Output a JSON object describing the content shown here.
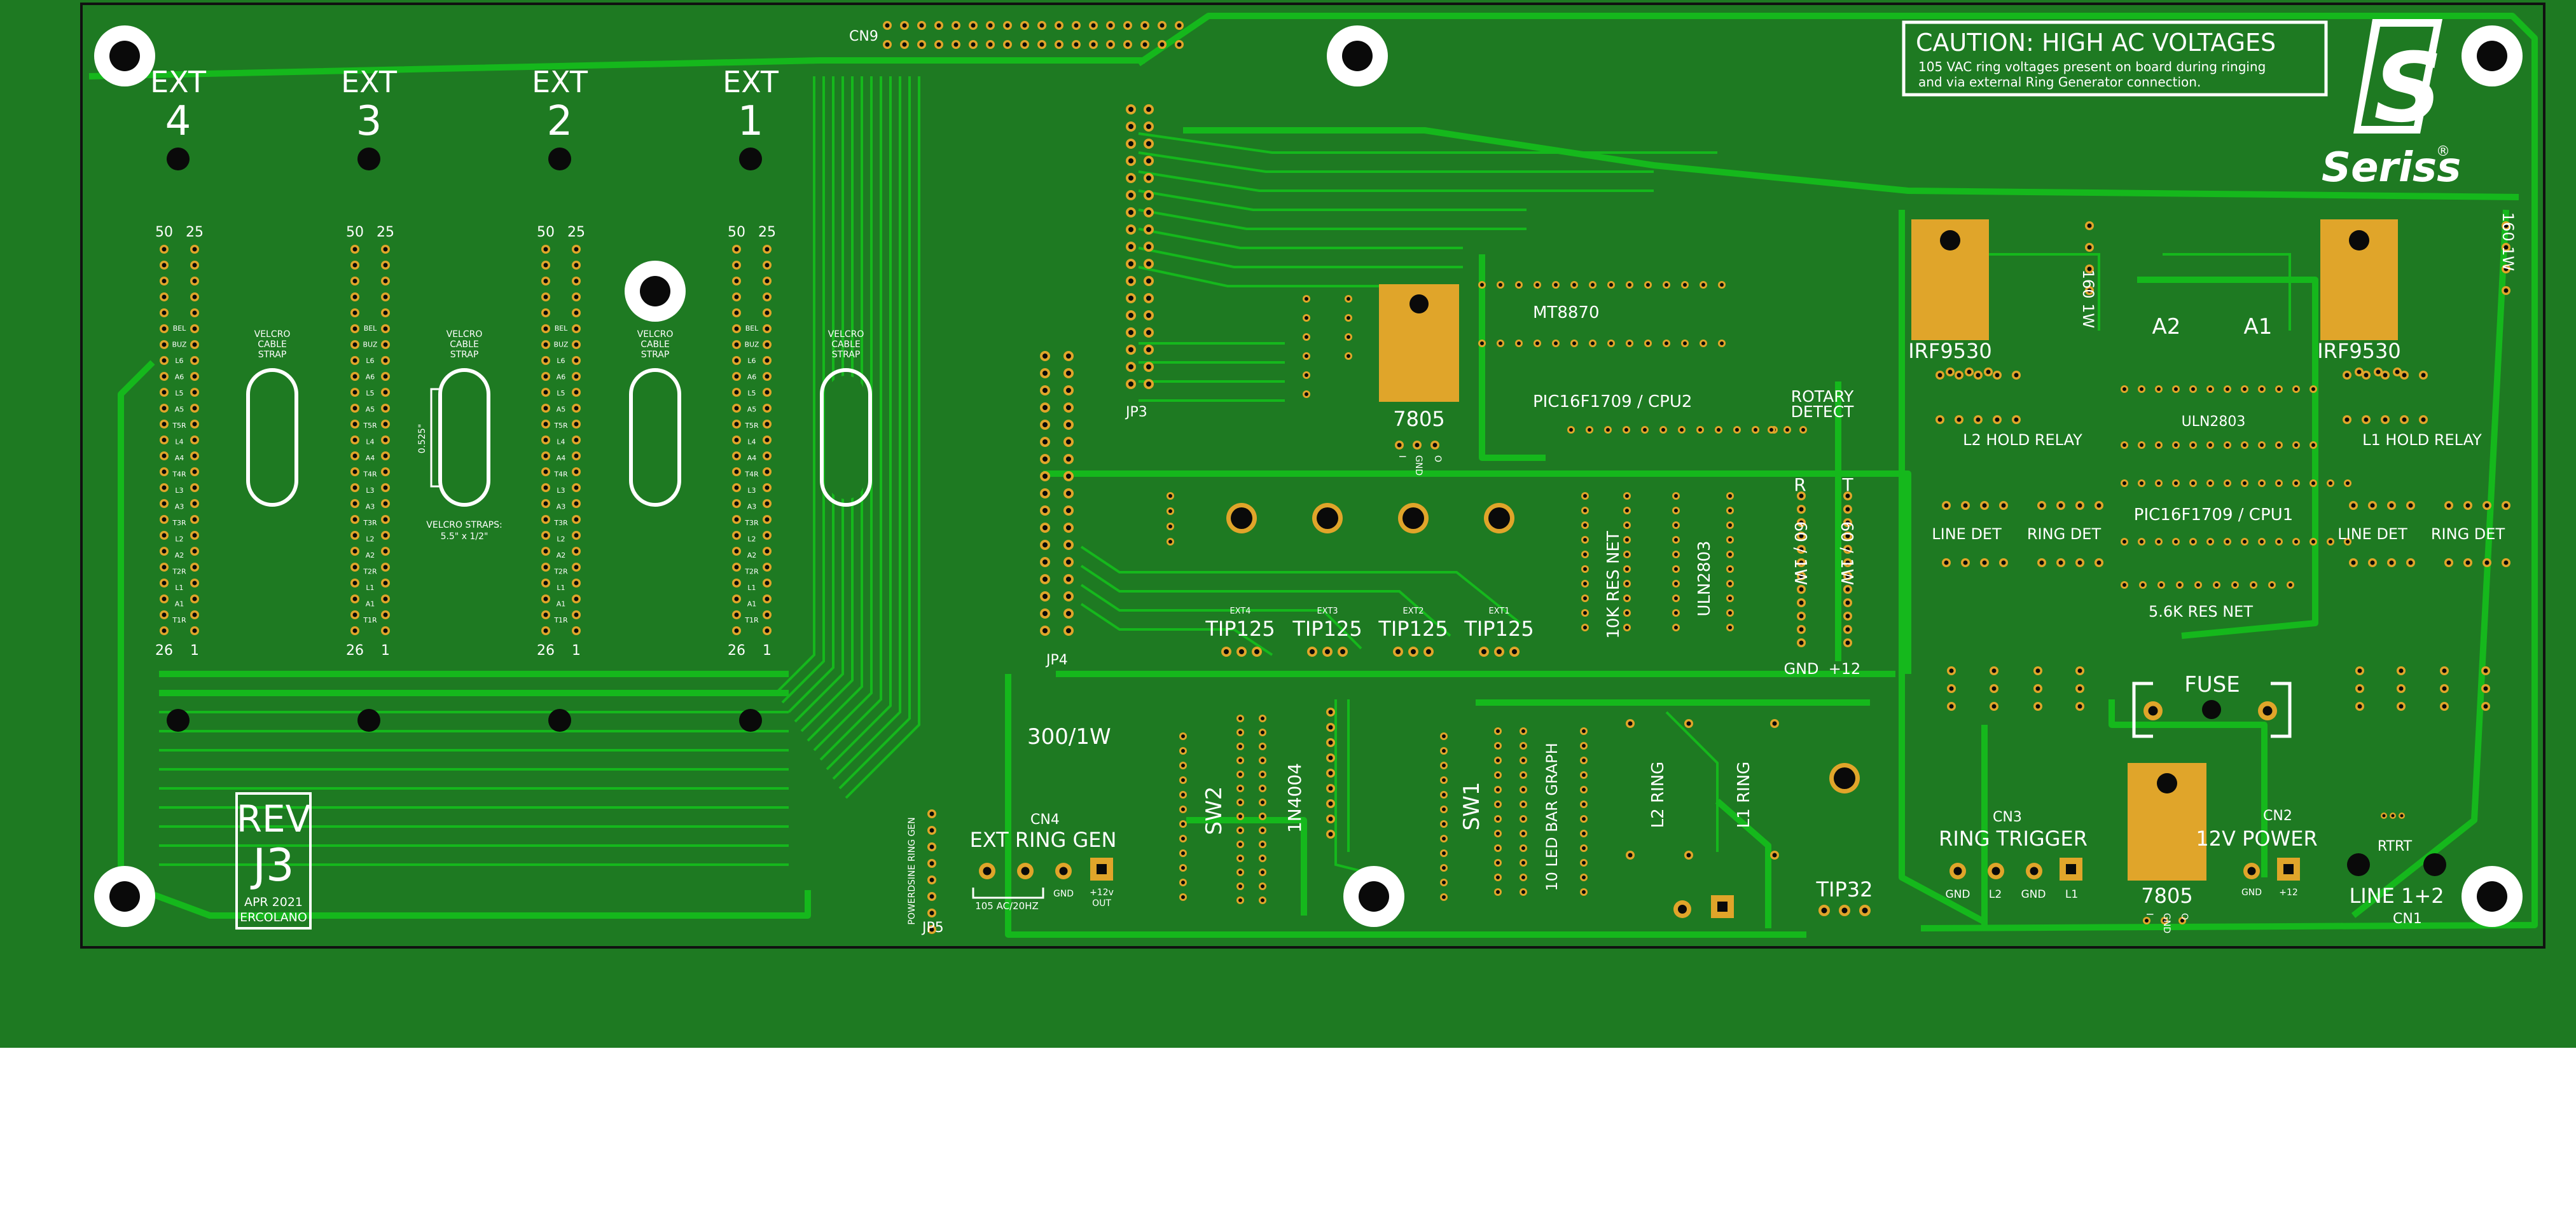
{
  "colors": {
    "board": "#1e7a22",
    "trace": "#15b81c",
    "pad": "#e0a52a",
    "silk": "#ffffff",
    "hole": "#0a0a0a",
    "outline": "#111111",
    "background": "#ffffff"
  },
  "caution": {
    "title": "CAUTION: HIGH AC VOLTAGES",
    "line1": "105 VAC ring voltages present on board during ringing",
    "line2": "and via external Ring Generator connection."
  },
  "logo": {
    "letter": "S",
    "name": "Seriss",
    "reg": "®"
  },
  "revision": {
    "rev": "REV",
    "code": "J3",
    "date": "APR 2021",
    "author": "ERCOLANO"
  },
  "ext_slots": [
    {
      "label": "EXT",
      "num": "4"
    },
    {
      "label": "EXT",
      "num": "3"
    },
    {
      "label": "EXT",
      "num": "2"
    },
    {
      "label": "EXT",
      "num": "1"
    }
  ],
  "pin_numbers": {
    "top_left": "50",
    "top_right": "25",
    "bottom_left": "26",
    "bottom_right": "1"
  },
  "pin_labels": [
    "BEL",
    "BUZ",
    "L6",
    "A6",
    "L5",
    "A5",
    "T5R",
    "L4",
    "A4",
    "T4R",
    "L3",
    "A3",
    "T3R",
    "L2",
    "A2",
    "T2R",
    "L1",
    "A1",
    "T1R"
  ],
  "velcro": {
    "line1": "VELCRO",
    "line2": "CABLE",
    "line3": "STRAP",
    "note": "VELCRO STRAPS:",
    "size": "5.5\" x 1/2\"",
    "dim": "0.525\""
  },
  "connectors": {
    "cn9": "CN9",
    "jp3": "JP3",
    "jp4": "JP4",
    "jp5": "JP5",
    "cn4": "CN4",
    "cn3": "CN3",
    "cn2": "CN2",
    "cn1": "CN1"
  },
  "parts": {
    "reg_7805": "7805",
    "mt8870": "MT8870",
    "cpu2": "PIC16F1709 / CPU2",
    "rotary": "ROTARY",
    "detect": "DETECT",
    "irf_left": "IRF9530",
    "irf_right": "IRF9530",
    "r160_left": "160 1W",
    "r160_right": "160 1W",
    "a2": "A2",
    "a1": "A1",
    "uln_top": "ULN2803",
    "l2_hold": "L2 HOLD RELAY",
    "l1_hold": "L1 HOLD RELAY",
    "line_det": "LINE DET",
    "ring_det": "RING DET",
    "cpu1": "PIC16F1709 / CPU1",
    "res56k": "5.6K RES NET",
    "res10k": "10K RES NET",
    "uln_mid": "ULN2803",
    "r60_a": "60 / 1W",
    "r60_b": "60 / 1W",
    "r_label": "R",
    "t_label": "T",
    "gnd": "GND",
    "plus12": "+12",
    "tip125": "TIP125",
    "ext4": "EXT4",
    "ext3": "EXT3",
    "ext2": "EXT2",
    "ext1": "EXT1",
    "r300": "300/1W",
    "ext_ring_gen": "EXT RING GEN",
    "ac_note": "105 AC/20HZ",
    "gnd_small": "GND",
    "plus12v": "+12v",
    "out": "OUT",
    "sw2": "SW2",
    "diode": "1N4004",
    "sw1": "SW1",
    "bargraph": "10 LED BAR GRAPH",
    "l2_ring": "L2 RING",
    "l1_ring": "L1 RING",
    "tip32": "TIP32",
    "ring_trigger": "RING TRIGGER",
    "trig_gnd": "GND",
    "trig_l2": "L2",
    "trig_l1": "L1",
    "fuse": "FUSE",
    "power": "12V POWER",
    "line12": "LINE 1+2",
    "rtrt": "RTRT",
    "reg_in": "I",
    "reg_gnd": "GND",
    "reg_out": "O",
    "powerdsine": "POWERDSINE RING GEN"
  }
}
